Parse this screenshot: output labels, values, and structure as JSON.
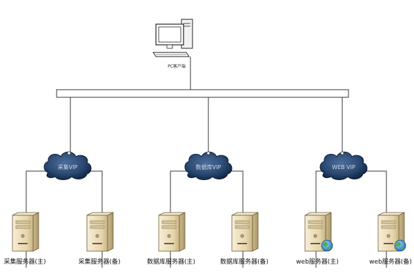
{
  "client": {
    "label": "PC客户端",
    "icon": "pc-icon"
  },
  "backbone": {
    "name": "network-bus"
  },
  "groups": [
    {
      "vip": "采集VIP",
      "servers": [
        {
          "label": "采集服务器(主)",
          "icon": "server-icon",
          "web": false
        },
        {
          "label": "采集服务器(备)",
          "icon": "server-icon",
          "web": false
        }
      ]
    },
    {
      "vip": "数据库VIP",
      "servers": [
        {
          "label": "数据库服务器(主)",
          "icon": "server-icon",
          "web": false
        },
        {
          "label": "数据库服务器(备)",
          "icon": "server-icon",
          "web": false
        }
      ]
    },
    {
      "vip": "WEB VIP",
      "servers": [
        {
          "label": "web服务器(主)",
          "icon": "web-server-icon",
          "web": true
        },
        {
          "label": "web服务器(备)",
          "icon": "web-server-icon",
          "web": true
        }
      ]
    }
  ],
  "colors": {
    "cloud": "#2b4a73",
    "cloud_dark": "#0f2440",
    "server_body": "#ecdfbf",
    "globe": "#3d8fd6"
  }
}
